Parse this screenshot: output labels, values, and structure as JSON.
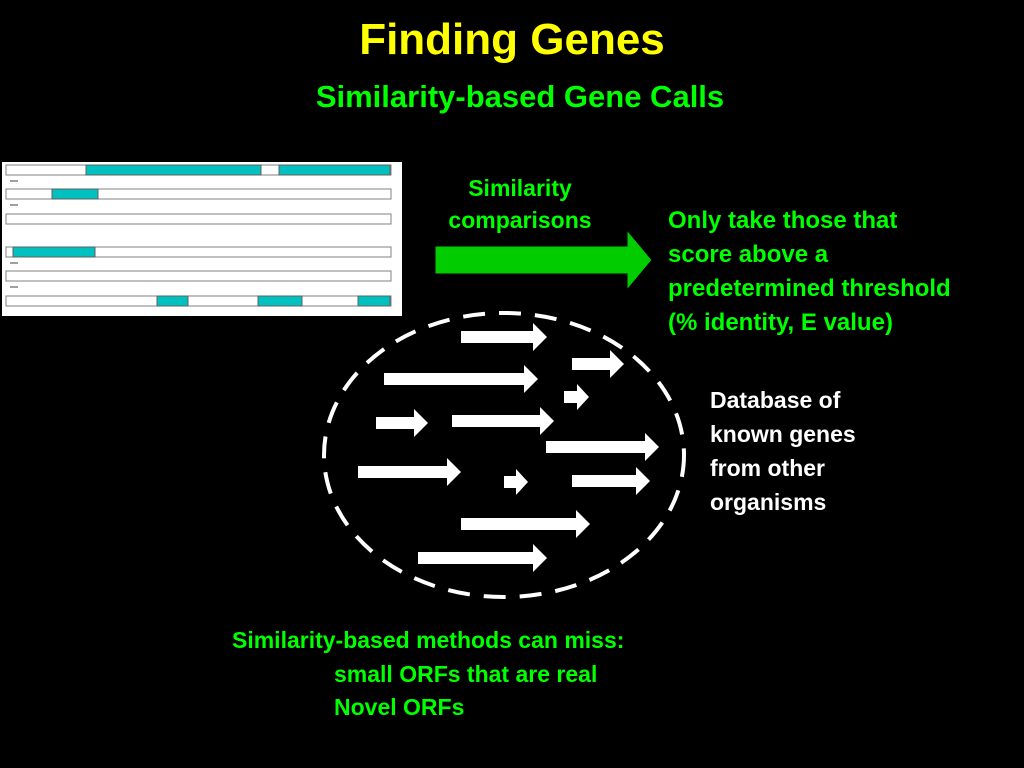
{
  "slide": {
    "title": "Finding Genes",
    "subtitle": "Similarity-based Gene Calls"
  },
  "comparison": {
    "label_line1": "Similarity",
    "label_line2": "comparisons"
  },
  "threshold": {
    "line1": "Only take those that",
    "line2": "score above a",
    "line3": "predetermined threshold",
    "line4": "(% identity, E value)"
  },
  "database": {
    "line1": "Database of",
    "line2": "known genes",
    "line3": "from other",
    "line4": "organisms"
  },
  "limitations": {
    "heading": "Similarity-based methods can miss:",
    "items": [
      "small ORFs that are real",
      "Novel ORFs"
    ]
  },
  "colors": {
    "background": "#000000",
    "title": "#FFFF00",
    "accent_green": "#00FF00",
    "hit_cyan": "#00C0C0",
    "arrow_green": "#00CC00",
    "white": "#FFFFFF"
  }
}
